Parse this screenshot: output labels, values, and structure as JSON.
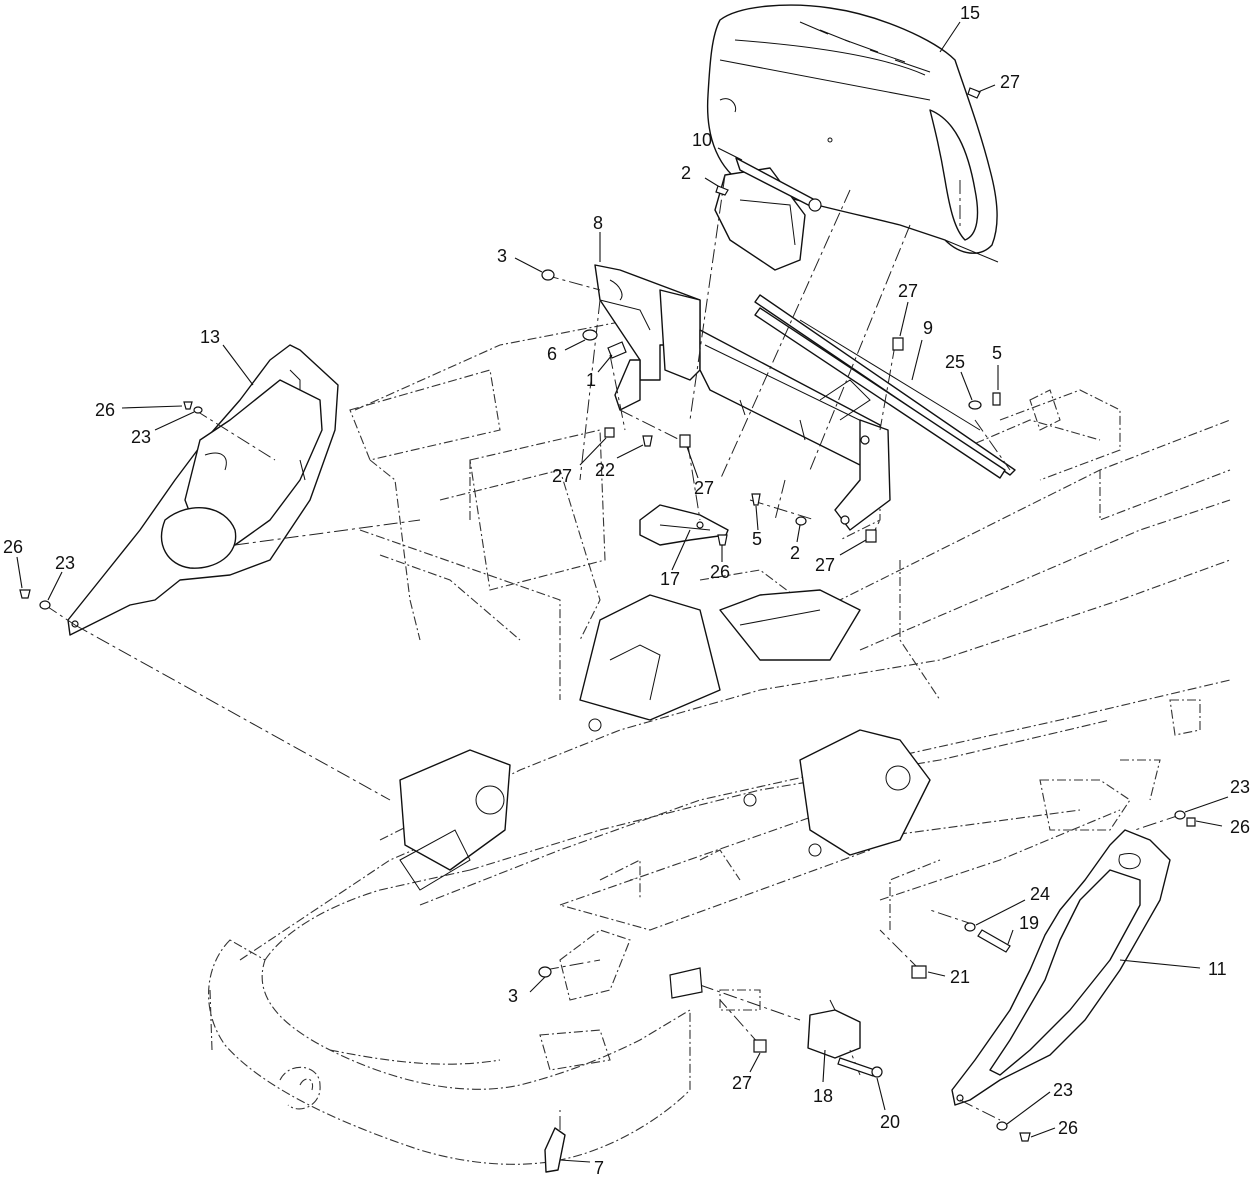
{
  "callouts": {
    "c15": "15",
    "c27a": "27",
    "c10": "10",
    "c2a": "2",
    "c8": "8",
    "c3a": "3",
    "c27b": "27",
    "c9": "9",
    "c5a": "5",
    "c25": "25",
    "c13": "13",
    "c6": "6",
    "c1": "1",
    "c26a": "26",
    "c23a": "23",
    "c27c": "27",
    "c22": "22",
    "c27d": "27",
    "c5b": "5",
    "c2b": "2",
    "c27e": "27",
    "c17": "17",
    "c26b": "26",
    "c26c": "26",
    "c23b": "23",
    "c23c": "23",
    "c26d": "26",
    "c24": "24",
    "c19": "19",
    "c21": "21",
    "c11": "11",
    "c3b": "3",
    "c27f": "27",
    "c18": "18",
    "c20": "20",
    "c23d": "23",
    "c26e": "26",
    "c7": "7"
  }
}
